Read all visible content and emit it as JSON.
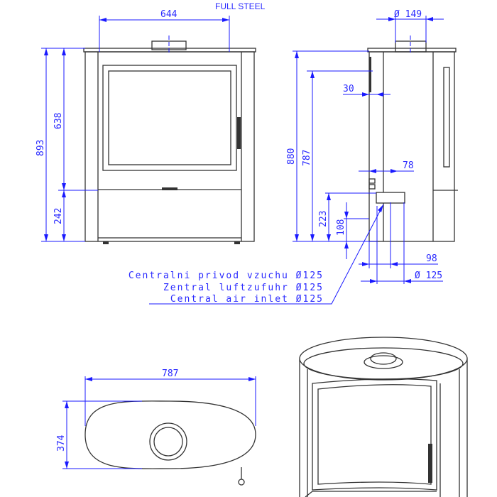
{
  "title": "FULL STEEL",
  "front_view": {
    "width": "644",
    "height_total": "893",
    "height_upper": "638",
    "height_lower": "242"
  },
  "side_view": {
    "flue_diameter": "Ø 149",
    "height_total": "880",
    "height_flue_axis": "787",
    "offset_flue": "30",
    "offset_inlet": "78",
    "height_inlet": "223",
    "height_inlet_axis": "108",
    "inlet_offset_back": "98",
    "inlet_diameter": "Ø 125"
  },
  "air_inlet_labels": [
    "Centralni privod vzuchu Ø125",
    "Zentral luftzufuhr Ø125",
    "Central air inlet Ø125"
  ],
  "top_view": {
    "width": "787",
    "depth": "374"
  }
}
